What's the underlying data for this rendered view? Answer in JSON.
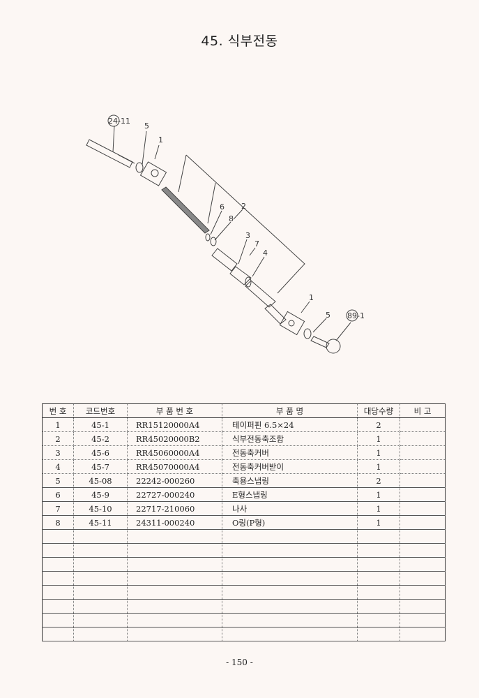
{
  "title": "45. 식부전동",
  "diagram": {
    "callouts": {
      "ref_left": "24-11",
      "c5a": "5",
      "c1a": "1",
      "c2": "2",
      "c6": "6",
      "c8": "8",
      "c3": "3",
      "c7": "7",
      "c4": "4",
      "c1b": "1",
      "c5b": "5",
      "ref_right": "89-1"
    }
  },
  "table": {
    "headers": [
      "번  호",
      "코드번호",
      "부 품 번 호",
      "부        품        명",
      "대당수량",
      "비  고"
    ],
    "rows": [
      {
        "no": "1",
        "code": "45-1",
        "part": "RR15120000A4",
        "name": "테이퍼핀 6.5×24",
        "qty": "2",
        "note": ""
      },
      {
        "no": "2",
        "code": "45-2",
        "part": "RR45020000B2",
        "name": "식부전동축조합",
        "qty": "1",
        "note": ""
      },
      {
        "no": "3",
        "code": "45-6",
        "part": "RR45060000A4",
        "name": "전동축커버",
        "qty": "1",
        "note": ""
      },
      {
        "no": "4",
        "code": "45-7",
        "part": "RR45070000A4",
        "name": "전동축커버받이",
        "qty": "1",
        "note": ""
      },
      {
        "no": "5",
        "code": "45-08",
        "part": "22242-000260",
        "name": "축용스냅링",
        "qty": "2",
        "note": ""
      },
      {
        "no": "6",
        "code": "45-9",
        "part": "22727-000240",
        "name": "E형스냅링",
        "qty": "1",
        "note": ""
      },
      {
        "no": "7",
        "code": "45-10",
        "part": "22717-210060",
        "name": "나사",
        "qty": "1",
        "note": ""
      },
      {
        "no": "8",
        "code": "45-11",
        "part": "24311-000240",
        "name": "O링(P형)",
        "qty": "1",
        "note": ""
      }
    ]
  },
  "page_number": "- 150 -"
}
